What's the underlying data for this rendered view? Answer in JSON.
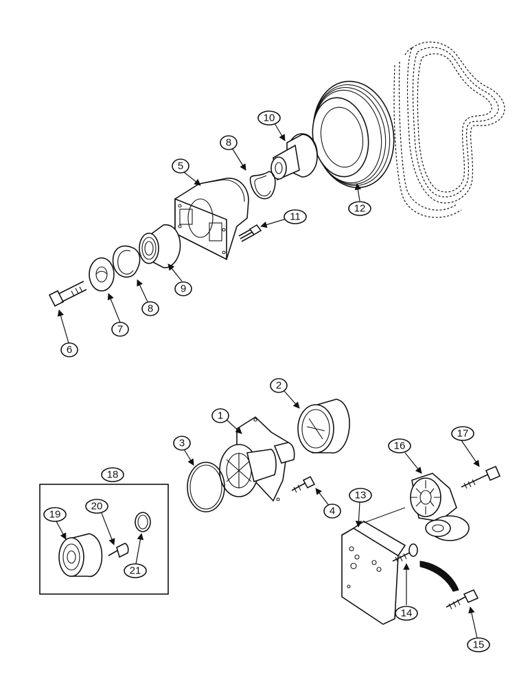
{
  "callouts": {
    "c1": "1",
    "c2": "2",
    "c3": "3",
    "c4": "4",
    "c5": "5",
    "c6": "6",
    "c7": "7",
    "c8a": "8",
    "c8b": "8",
    "c9": "9",
    "c10": "10",
    "c11": "11",
    "c12": "12",
    "c13": "13",
    "c14": "14",
    "c15": "15",
    "c16": "16",
    "c17": "17",
    "c18": "18",
    "c19": "19",
    "c20": "20",
    "c21": "21"
  },
  "colors": {
    "ink": "#111111",
    "paper": "#ffffff"
  }
}
